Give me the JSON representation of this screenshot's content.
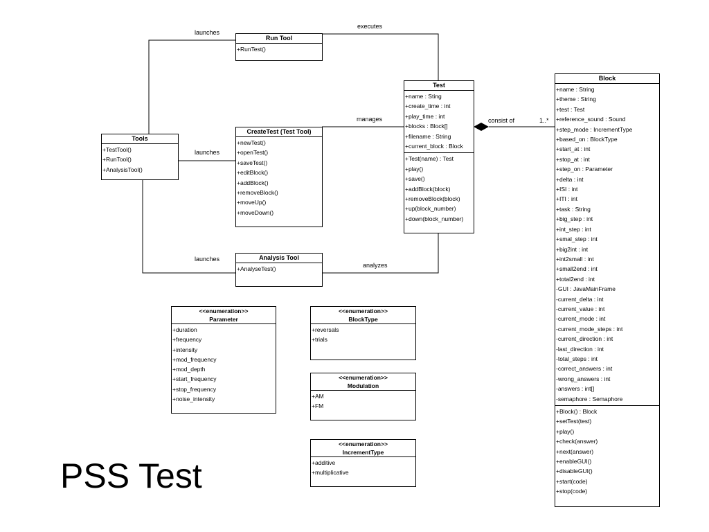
{
  "classes": {
    "run_tool": {
      "name": "Run Tool",
      "operations": [
        "+RunTest()"
      ]
    },
    "tools": {
      "name": "Tools",
      "operations": [
        "+TestTool()",
        "+RunTool()",
        "+AnalysisTool()"
      ]
    },
    "create_test": {
      "name": "CreateTest (Test Tool)",
      "operations": [
        "+newTest()",
        "+openTest()",
        "+saveTest()",
        "+editBlock()",
        "+addBlock()",
        "+removeBlock()",
        "+moveUp()",
        "+moveDown()"
      ]
    },
    "analysis_tool": {
      "name": "Analysis Tool",
      "operations": [
        "+AnalyseTest()"
      ]
    },
    "test": {
      "name": "Test",
      "attributes": [
        "+name : Sting",
        "+create_time : int",
        "+play_time : int",
        "+blocks : Block[]",
        "+filename : String",
        "+current_block : Block"
      ],
      "operations": [
        "+Test(name) : Test",
        "+play()",
        "+save()",
        "+addBlock(block)",
        "+removeBlock(block)",
        "+up(block_number)",
        "+down(block_number)"
      ]
    },
    "block": {
      "name": "Block",
      "attributes": [
        "+name : String",
        "+theme : String",
        "+test : Test",
        "+reference_sound : Sound",
        "+step_mode : IncrementType",
        "+based_on : BlockType",
        "+start_at : int",
        "+stop_at : int",
        "+step_on : Parameter",
        "+delta : int",
        "+ISI : int",
        "+ITI : int",
        "+task : String",
        "+big_step : int",
        "+int_step : int",
        "+smal_step : int",
        "+big2int : int",
        "+int2small : int",
        "+small2end : int",
        "+total2end : int",
        "-GUI : JavaMainFrame",
        "-current_delta : int",
        "-current_value : int",
        "-current_mode : int",
        "-current_mode_steps : int",
        "-current_direction : int",
        "-last_direction : int",
        "-total_steps : int",
        "-correct_answers : int",
        "-wrong_answers : int",
        "-answers : int[]",
        "-semaphore : Semaphore"
      ],
      "operations": [
        "+Block() : Block",
        "+setTest(test)",
        "+play()",
        "+check(answer)",
        "+next(answer)",
        "+enableGUI()",
        "+disableGUI()",
        "+start(code)",
        "+stop(code)"
      ]
    }
  },
  "enumerations": {
    "parameter": {
      "stereotype": "<<enumeration>>",
      "name": "Parameter",
      "literals": [
        "+duration",
        "+frequency",
        "+intensity",
        "+mod_frequency",
        "+mod_depth",
        "+start_frequency",
        "+stop_frequency",
        "+noise_intensity"
      ]
    },
    "block_type": {
      "stereotype": "<<enumeration>>",
      "name": "BlockType",
      "literals": [
        "+reversals",
        "+trials"
      ]
    },
    "modulation": {
      "stereotype": "<<enumeration>>",
      "name": "Modulation",
      "literals": [
        "+AM",
        "+FM"
      ]
    },
    "increment_type": {
      "stereotype": "<<enumeration>>",
      "name": "IncrementType",
      "literals": [
        "+additive",
        "+multiplicative"
      ]
    }
  },
  "relations": {
    "launches_run": "launches",
    "launches_create": "launches",
    "launches_analysis": "launches",
    "executes": "executes",
    "manages": "manages",
    "analyzes": "analyzes",
    "consist_of": "consist of",
    "multiplicity": "1..*"
  },
  "slide_title": "PSS Test"
}
